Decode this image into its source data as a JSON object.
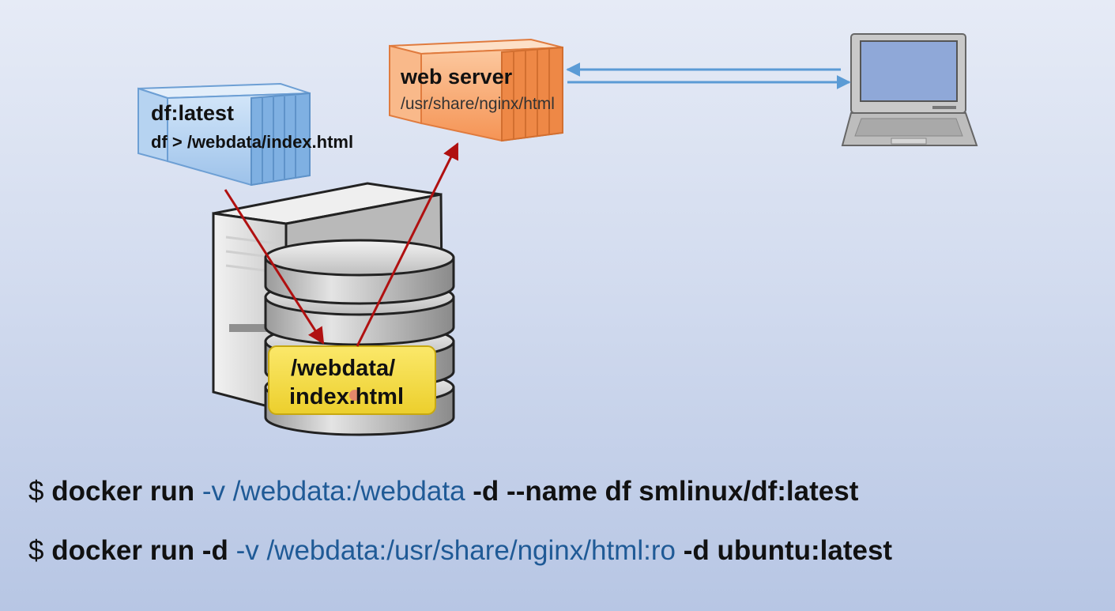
{
  "df_container": {
    "title": "df:latest",
    "command": "df  >  /webdata/index.html"
  },
  "web_container": {
    "title": "web server",
    "path": "/usr/share/nginx/html"
  },
  "volume": {
    "line1": "/webdata/",
    "line2": "index.html"
  },
  "commands": [
    {
      "prompt": "$",
      "parts": [
        {
          "text": "docker run",
          "style": "plain"
        },
        {
          "text": "-v /webdata:/webdata",
          "style": "highlight"
        },
        {
          "text": "-d --name df smlinux/df:latest",
          "style": "plain"
        }
      ]
    },
    {
      "prompt": "$",
      "parts": [
        {
          "text": "docker run -d",
          "style": "plain"
        },
        {
          "text": "-v /webdata:/usr/share/nginx/html:ro",
          "style": "highlight"
        },
        {
          "text": "-d ubuntu:latest",
          "style": "plain"
        }
      ]
    }
  ],
  "colors": {
    "highlight_text": "#1f5a96",
    "data_arrow": "#b01010",
    "network_arrow": "#5b9bd5",
    "df_container": "#a9cbef",
    "web_container": "#f7a36a",
    "volume_label": "#f5dd44"
  },
  "icons": {
    "df_container": "shipping-container-icon",
    "web_container": "shipping-container-icon",
    "host": "server-tower-icon",
    "storage": "database-icon",
    "client": "laptop-icon"
  }
}
